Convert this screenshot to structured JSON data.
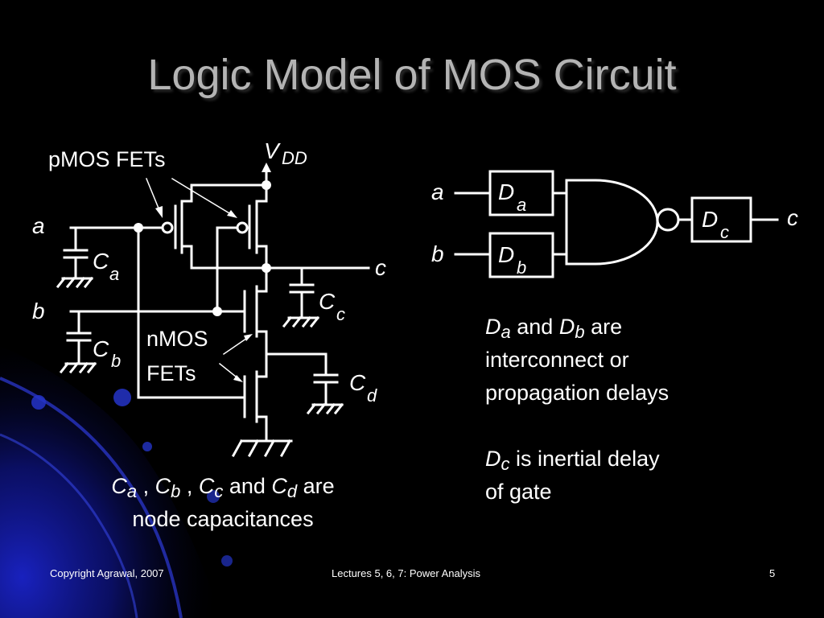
{
  "slide": {
    "title": "Logic Model of MOS Circuit"
  },
  "circuit": {
    "vdd_main": "V",
    "vdd_sub": "DD",
    "pmos_label": "pMOS FETs",
    "nmos_label_line1": "nMOS",
    "nmos_label_line2": "FETs",
    "input_a": "a",
    "input_b": "b",
    "output_c": "c",
    "cap_letter": "C",
    "cap_a_sub": "a",
    "cap_b_sub": "b",
    "cap_c_sub": "c",
    "cap_d_sub": "d"
  },
  "logic_model": {
    "input_a": "a",
    "input_b": "b",
    "output_c": "c",
    "delay_letter": "D",
    "delay_a_sub": "a",
    "delay_b_sub": "b",
    "delay_c_sub": "c"
  },
  "notes": {
    "caps": {
      "c1": "C",
      "c1_sub": "a",
      "sep1": " , ",
      "c2": "C",
      "c2_sub": "b",
      "sep2": " , ",
      "c3": "C",
      "c3_sub": "c",
      "and": " and ",
      "c4": "C",
      "c4_sub": "d",
      "are": " are",
      "line2": "node capacitances"
    },
    "delays": {
      "d1": "D",
      "d1_sub": "a",
      "and": " and ",
      "d2": "D",
      "d2_sub": "b",
      "are": " are",
      "line2": "interconnect or",
      "line3": "propagation delays"
    },
    "inertial": {
      "d": "D",
      "d_sub": "c",
      "rest": " is inertial delay",
      "line2": "of gate"
    }
  },
  "footer": {
    "copyright": "Copyright Agrawal, 2007",
    "lecture": "Lectures 5, 6, 7: Power Analysis",
    "page_number": "5"
  },
  "colors": {
    "background": "#000000",
    "title": "#b4b4b4",
    "accent_blue": "#1a23c8",
    "diagram_lines": "#ffffff"
  }
}
